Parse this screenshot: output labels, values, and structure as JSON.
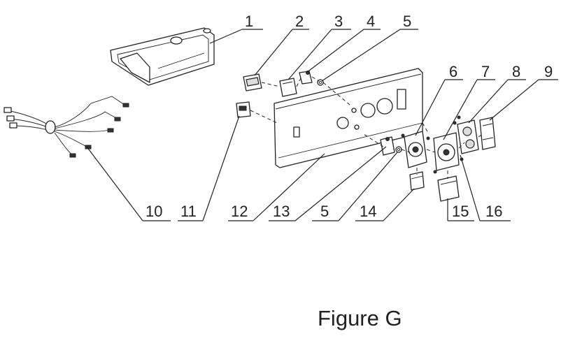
{
  "caption": "Figure G",
  "callouts": [
    {
      "id": "c1",
      "label": "1"
    },
    {
      "id": "c2",
      "label": "2"
    },
    {
      "id": "c3",
      "label": "3"
    },
    {
      "id": "c4",
      "label": "4"
    },
    {
      "id": "c5a",
      "label": "5"
    },
    {
      "id": "c6",
      "label": "6"
    },
    {
      "id": "c7",
      "label": "7"
    },
    {
      "id": "c8",
      "label": "8"
    },
    {
      "id": "c9",
      "label": "9"
    },
    {
      "id": "c10",
      "label": "10"
    },
    {
      "id": "c11",
      "label": "11"
    },
    {
      "id": "c12",
      "label": "12"
    },
    {
      "id": "c13",
      "label": "13"
    },
    {
      "id": "c5b",
      "label": "5"
    },
    {
      "id": "c14",
      "label": "14"
    },
    {
      "id": "c15",
      "label": "15"
    },
    {
      "id": "c16",
      "label": "16"
    }
  ]
}
